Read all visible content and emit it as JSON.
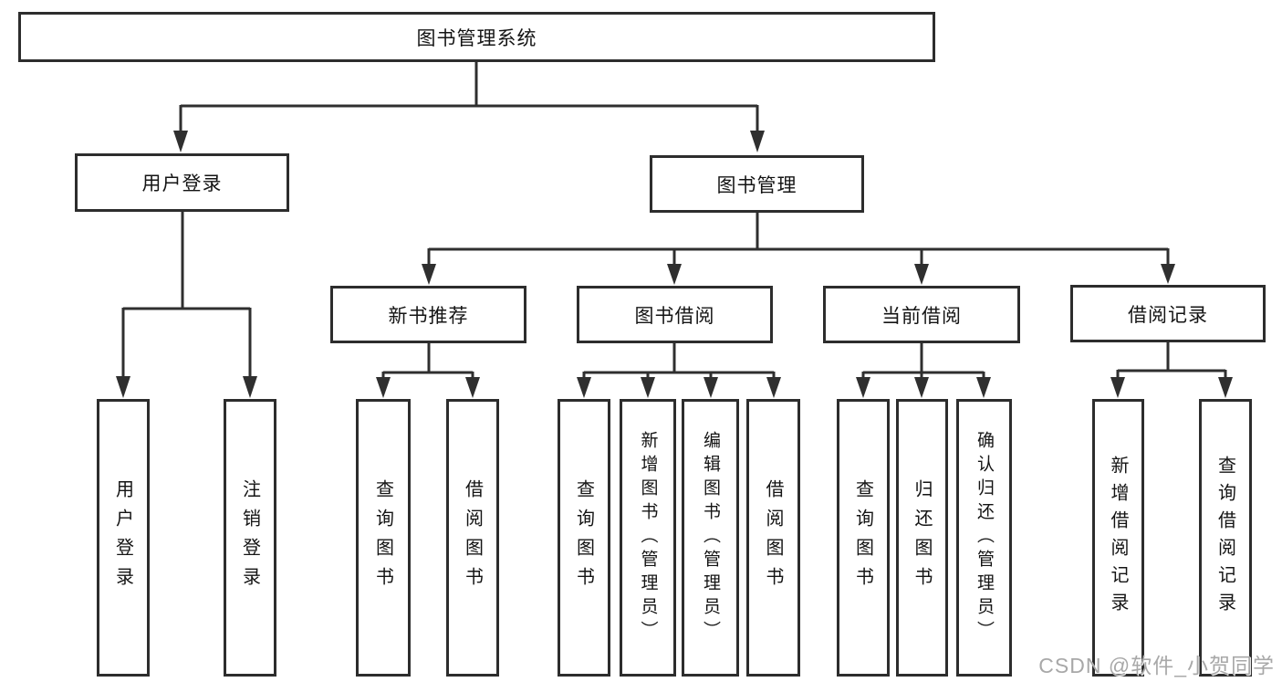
{
  "tree": {
    "root": {
      "label": "图书管理系统"
    },
    "branches": [
      {
        "label": "用户登录",
        "children": [
          {
            "label": "用户登录"
          },
          {
            "label": "注销登录"
          }
        ]
      },
      {
        "label": "图书管理",
        "children": [
          {
            "label": "新书推荐",
            "children": [
              {
                "label": "查询图书"
              },
              {
                "label": "借阅图书"
              }
            ]
          },
          {
            "label": "图书借阅",
            "children": [
              {
                "label": "查询图书"
              },
              {
                "label": "新增图书（管理员）"
              },
              {
                "label": "编辑图书（管理员）"
              },
              {
                "label": "借阅图书"
              }
            ]
          },
          {
            "label": "当前借阅",
            "children": [
              {
                "label": "查询图书"
              },
              {
                "label": "归还图书"
              },
              {
                "label": "确认归还（管理员）"
              }
            ]
          },
          {
            "label": "借阅记录",
            "children": [
              {
                "label": "新增借阅记录"
              },
              {
                "label": "查询借阅记录"
              }
            ]
          }
        ]
      }
    ]
  },
  "watermark": {
    "text": "CSDN @软件_小贺同学"
  },
  "colors": {
    "line": "#2f2f2f",
    "border": "#2d2d2d",
    "text": "#141414",
    "background": "#ffffff",
    "watermark": "#a8a8a8"
  }
}
